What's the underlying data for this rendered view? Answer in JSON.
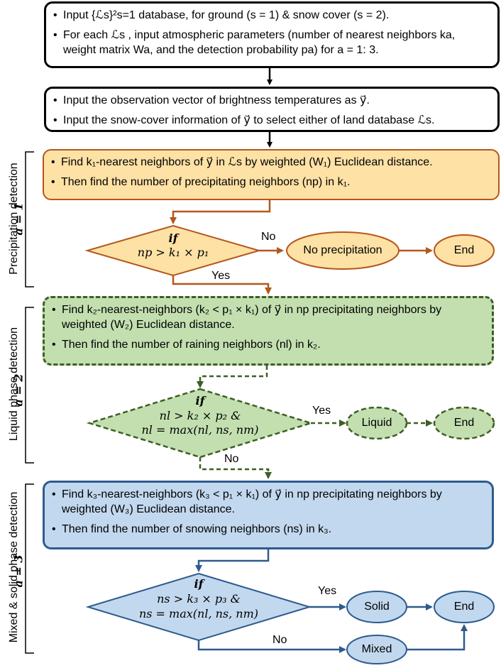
{
  "input_box": {
    "line1": "Input {ℒs}²s=1 database, for ground (s = 1) & snow cover (s = 2).",
    "line2": "For each ℒs , input atmospheric parameters (number of nearest neighbors ka, weight matrix Wa, and the detection probability pa) for a = 1: 3."
  },
  "observation_box": {
    "line1": "Input the observation vector of brightness temperatures as y⃗.",
    "line2": "Input the snow-cover information of y⃗ to select either of land database ℒs."
  },
  "precip_stage": {
    "side_label": "Precipitation detection",
    "alpha": "a = 1",
    "line1": "Find k₁-nearest neighbors of y⃗ in ℒs by weighted (W₁) Euclidean distance.",
    "line2": "Then find the number of precipitating neighbors (np) in k₁.",
    "if_label": "if",
    "condition": "np > k₁ × p₁",
    "no_label": "No",
    "yes_label": "Yes",
    "no_result": "No precipitation",
    "end": "End"
  },
  "liquid_stage": {
    "side_label": "Liquid phase detection",
    "alpha": "a = 2",
    "line1": "Find k₂-nearest-neighbors (k₂ < p₁ × k₁) of y⃗ in np precipitating neighbors by weighted (W₂) Euclidean distance.",
    "line2": "Then find the number of raining neighbors (nl) in k₂.",
    "if_label": "if",
    "condition1": "nl > k₂ × p₂ &",
    "condition2": "nl = max(nl, ns, nm)",
    "yes_label": "Yes",
    "no_label": "No",
    "yes_result": "Liquid",
    "end": "End"
  },
  "mixed_stage": {
    "side_label": "Mixed & solid phase detection",
    "alpha": "a = 3",
    "line1": "Find k₃-nearest-neighbors (k₃ < p₁ × k₁) of y⃗ in np precipitating neighbors by weighted (W₃) Euclidean distance.",
    "line2": "Then find the number of snowing neighbors (ns) in k₃.",
    "if_label": "if",
    "condition1": "ns > k₃ × p₃ &",
    "condition2": "ns = max(nl, ns, nm)",
    "yes_label": "Yes",
    "no_label": "No",
    "yes_result": "Solid",
    "no_result": "Mixed",
    "end": "End"
  },
  "colors": {
    "precip_fill": "#fde1a5",
    "precip_stroke": "#b4571c",
    "liquid_fill": "#c3dfb0",
    "liquid_stroke": "#3d5f25",
    "mixed_fill": "#c2d8ee",
    "mixed_stroke": "#2e5b8e"
  }
}
